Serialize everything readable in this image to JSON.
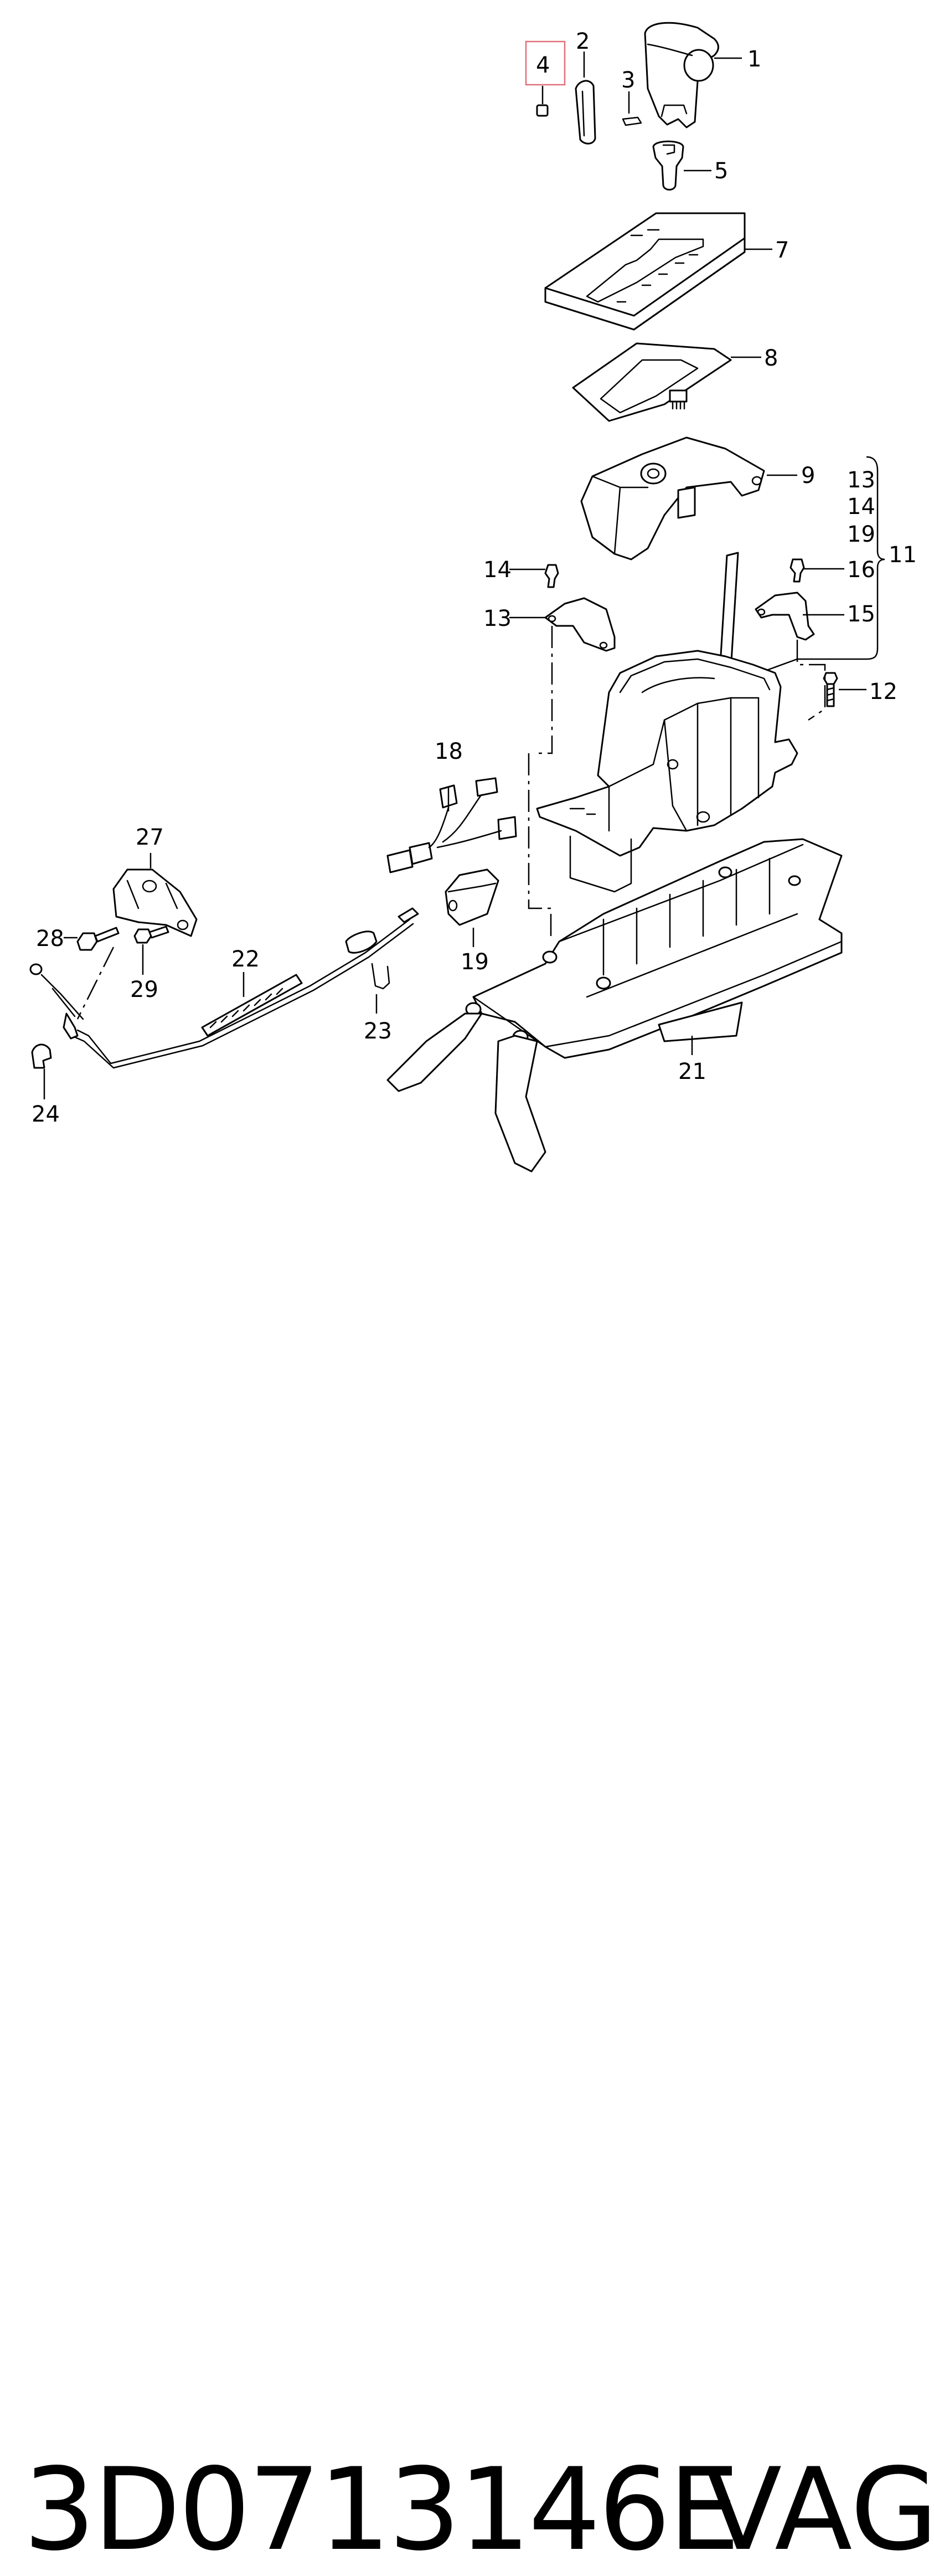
{
  "diagram": {
    "highlight_color": "#e0707a",
    "highlighted_callout": "4",
    "callouts": {
      "c1": "1",
      "c2": "2",
      "c3": "3",
      "c4": "4",
      "c5": "5",
      "c7": "7",
      "c8": "8",
      "c9": "9",
      "c11": "11",
      "c12": "12",
      "c13a": "13",
      "c13b": "13",
      "c14a": "14",
      "c14b": "14",
      "c15": "15",
      "c16": "16",
      "c18": "18",
      "c19a": "19",
      "c19b": "19",
      "c21": "21",
      "c22": "22",
      "c23": "23",
      "c24": "24",
      "c27": "27",
      "c28": "28",
      "c29": "29"
    }
  },
  "footer": {
    "part_number": "3D0713146E",
    "brand": "VAG"
  }
}
